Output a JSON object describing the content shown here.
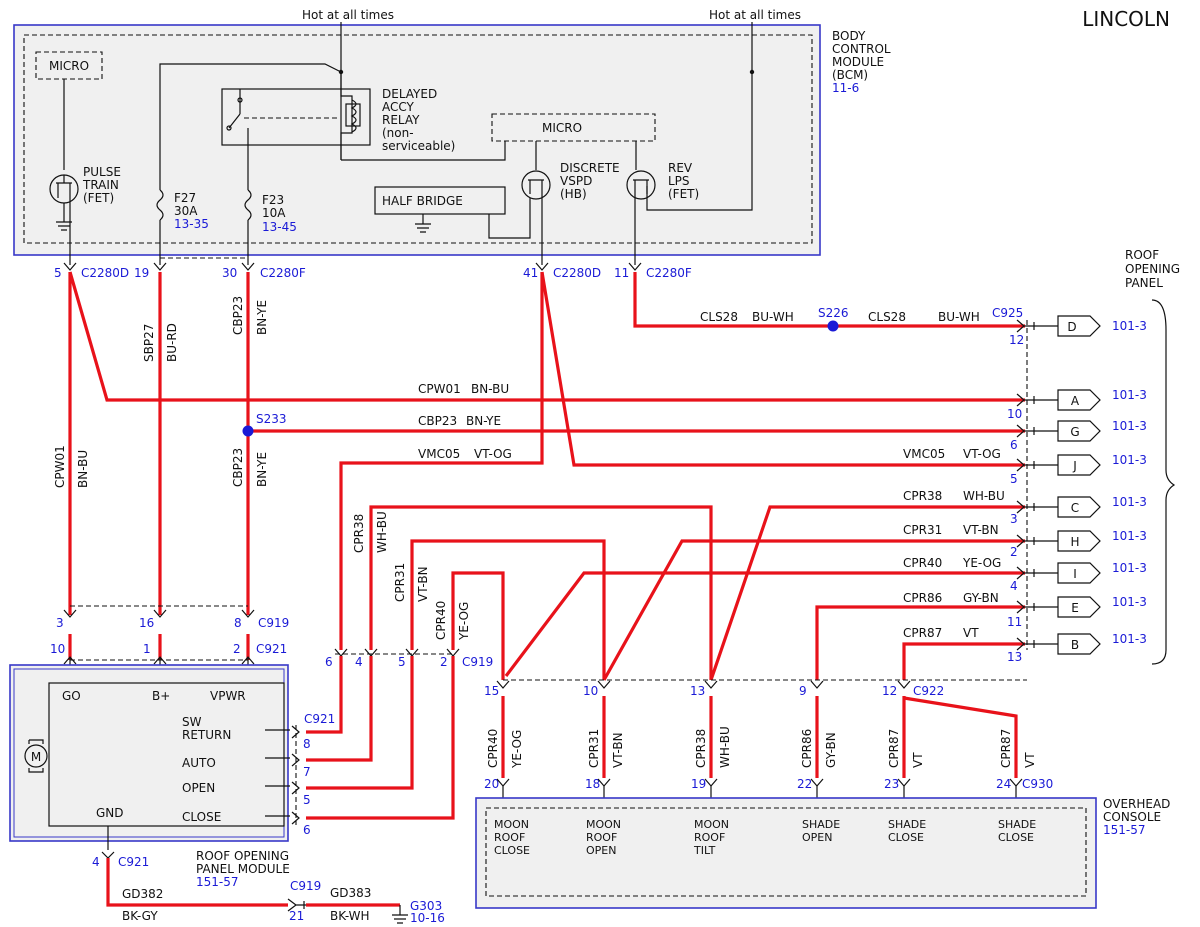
{
  "brand": "LINCOLN",
  "hot_left": "Hot at all times",
  "hot_right": "Hot at all times",
  "bcm": {
    "name_lines": [
      "BODY",
      "CONTROL",
      "MODULE",
      "(BCM)"
    ],
    "ref": "11-6",
    "micro_left": "MICRO",
    "micro_mid": "MICRO",
    "relay_lines": [
      "DELAYED",
      "ACCY",
      "RELAY",
      "(non-",
      "serviceable)"
    ],
    "pulse_lines": [
      "PULSE",
      "TRAIN",
      "(FET)"
    ],
    "f27_lines": [
      "F27",
      "30A"
    ],
    "f27_ref": "13-35",
    "f23_lines": [
      "F23",
      "10A"
    ],
    "f23_ref": "13-45",
    "half_bridge": "HALF BRIDGE",
    "discrete_lines": [
      "DISCRETE",
      "VSPD",
      "(HB)"
    ],
    "rev_lines": [
      "REV",
      "LPS",
      "(FET)"
    ]
  },
  "bcm_connectors": {
    "p5": "5",
    "c5": "C2280D",
    "p19": "19",
    "p30": "30",
    "c30": "C2280F",
    "p41": "41",
    "c41": "C2280D",
    "p11": "11",
    "c11": "C2280F"
  },
  "roof_panel_lines": [
    "ROOF",
    "OPENING",
    "PANEL"
  ],
  "right_side": {
    "c925": "C925",
    "splice_s226": "S226",
    "splice_s233": "S233",
    "rows": [
      {
        "circuit": "CLS28",
        "color": "BU-WH",
        "pin": "12",
        "letter": "D",
        "ref": "101-3"
      },
      {
        "circuit": "CPW01",
        "color": "BN-BU",
        "pin": "10",
        "letter": "A",
        "ref": "101-3"
      },
      {
        "circuit": "CBP23",
        "color": "BN-YE",
        "pin": "6",
        "letter": "G",
        "ref": "101-3"
      },
      {
        "circuit": "VMC05",
        "color": "VT-OG",
        "pin": "5",
        "letter": "J",
        "ref": "101-3"
      },
      {
        "circuit": "CPR38",
        "color": "WH-BU",
        "pin": "3",
        "letter": "C",
        "ref": "101-3"
      },
      {
        "circuit": "CPR31",
        "color": "VT-BN",
        "pin": "2",
        "letter": "H",
        "ref": "101-3"
      },
      {
        "circuit": "CPR40",
        "color": "YE-OG",
        "pin": "4",
        "letter": "I",
        "ref": "101-3"
      },
      {
        "circuit": "CPR86",
        "color": "GY-BN",
        "pin": "11",
        "letter": "E",
        "ref": "101-3"
      },
      {
        "circuit": "CPR87",
        "color": "VT",
        "pin": "13",
        "letter": "B",
        "ref": "101-3"
      }
    ],
    "cls28_left": "CLS28",
    "cls28_left_color": "BU-WH",
    "vmc05_left": "VMC05",
    "vmc05_left_color": "VT-OG"
  },
  "vertical_labels": {
    "sbp27": "SBP27",
    "bu_rd": "BU-RD",
    "cbp23_top": "CBP23",
    "bnye_top": "BN-YE",
    "cpw01": "CPW01",
    "bnbu": "BN-BU",
    "cbp23_bot": "CBP23",
    "bnye_bot": "BN-YE",
    "cpr38": "CPR38",
    "whbu": "WH-BU",
    "cpr31": "CPR31",
    "vtbn": "VT-BN",
    "cpr40": "CPR40",
    "yeog": "YE-OG"
  },
  "c919": {
    "name": "C919",
    "p3": "3",
    "p16": "16",
    "p8": "8",
    "p6": "6",
    "p4": "4",
    "p5": "5",
    "p2": "2",
    "name2": "C919"
  },
  "c921": {
    "name": "C921",
    "p10": "10",
    "p1": "1",
    "p2": "2",
    "name_side": "C921",
    "p8": "8",
    "p7": "7",
    "p5": "5",
    "p6": "6",
    "p4": "4",
    "name_gnd": "C921"
  },
  "module": {
    "go": "GO",
    "bplus": "B+",
    "vpwr": "VPWR",
    "sw_return_lines": [
      "SW",
      "RETURN"
    ],
    "auto": "AUTO",
    "open": "OPEN",
    "close": "CLOSE",
    "gnd": "GND",
    "motor": "M",
    "name_lines": [
      "ROOF OPENING",
      "PANEL MODULE"
    ],
    "ref": "151-57"
  },
  "ground": {
    "gd382": "GD382",
    "bkgy": "BK-GY",
    "c919": "C919",
    "p21": "21",
    "gd383": "GD383",
    "bkwh": "BK-WH",
    "g303": "G303",
    "g303_ref": "10-16"
  },
  "c922": {
    "name": "C922",
    "pins": [
      "15",
      "10",
      "13",
      "9",
      "12"
    ]
  },
  "console_wires": [
    {
      "circuit": "CPR40",
      "color": "YE-OG",
      "pin": "20"
    },
    {
      "circuit": "CPR31",
      "color": "VT-BN",
      "pin": "18"
    },
    {
      "circuit": "CPR38",
      "color": "WH-BU",
      "pin": "19"
    },
    {
      "circuit": "CPR86",
      "color": "GY-BN",
      "pin": "22"
    },
    {
      "circuit": "CPR87",
      "color": "VT",
      "pin": "23"
    },
    {
      "circuit": "CPR87",
      "color": "VT",
      "pin": "24"
    }
  ],
  "c930": "C930",
  "console": {
    "name_lines": [
      "OVERHEAD",
      "CONSOLE"
    ],
    "ref": "151-57",
    "funcs": [
      [
        "MOON",
        "ROOF",
        "CLOSE"
      ],
      [
        "MOON",
        "ROOF",
        "OPEN"
      ],
      [
        "MOON",
        "ROOF",
        "TILT"
      ],
      [
        "SHADE",
        "OPEN"
      ],
      [
        "SHADE",
        "CLOSE"
      ],
      [
        "SHADE",
        "CLOSE"
      ]
    ]
  },
  "colors": {
    "wire": "#e8121a",
    "ref_blue": "#1a1ad6",
    "box_border": "#3838c8"
  }
}
